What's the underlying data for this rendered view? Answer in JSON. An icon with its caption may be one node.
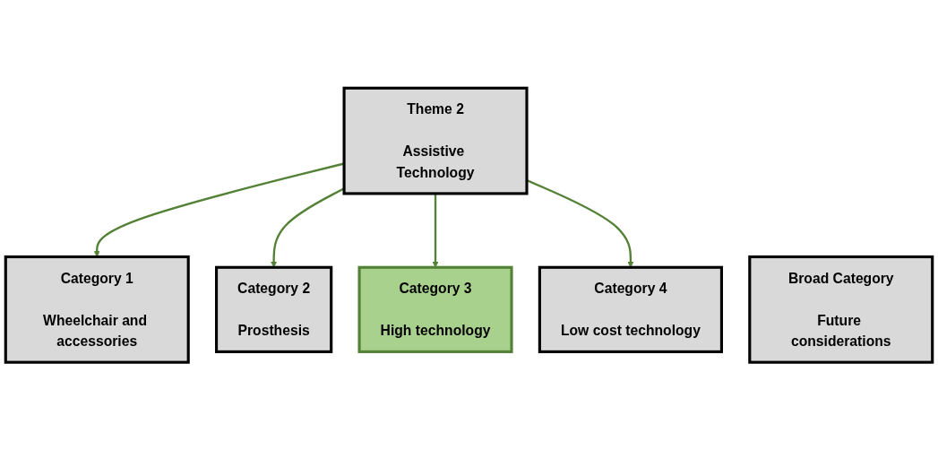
{
  "diagram": {
    "nodes": [
      {
        "text": [
          "Category 1",
          "Wheelchair and accessories"
        ]
      },
      {
        "text": [
          "Theme 2",
          "Assistive Technology"
        ]
      },
      {
        "text": [
          "Category 2",
          "Prosthesis"
        ]
      },
      {
        "text": [
          "Category 3",
          "High technology"
        ]
      },
      {
        "text": [
          "Category 4",
          "Low cost technology"
        ]
      },
      {
        "text": [
          "Broad Category",
          "Future considerations"
        ]
      }
    ],
    "edges": [
      {
        "from": 1,
        "to": 0,
        "arrow": "to"
      },
      {
        "from": 1,
        "to": 2,
        "arrow": "to"
      },
      {
        "from": 1,
        "to": 3,
        "arrow": "to"
      },
      {
        "from": 1,
        "to": 4,
        "arrow": "to"
      }
    ]
  }
}
